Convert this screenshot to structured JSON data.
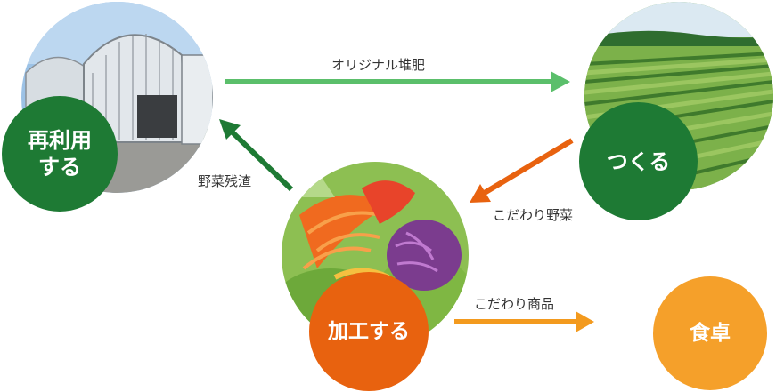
{
  "colors": {
    "dark_green": "#1e7a34",
    "light_green": "#5bbf6b",
    "orange": "#e8620f",
    "yellow_orange": "#f39a1e",
    "food_orange": "#f5a02a"
  },
  "nodes": {
    "reuse": {
      "label": "再利用\nする",
      "icon": "greenhouse-photo"
    },
    "make": {
      "label": "つくる",
      "icon": "lettuce-field-photo"
    },
    "process": {
      "label": "加工する",
      "icon": "vegetable-salad-photo"
    },
    "table": {
      "label": "食卓"
    }
  },
  "edges": {
    "compost": {
      "label": "オリジナル堆肥",
      "color": "light_green"
    },
    "veggies": {
      "label": "こだわり野菜",
      "color": "orange"
    },
    "residue": {
      "label": "野菜残渣",
      "color": "dark_green"
    },
    "products": {
      "label": "こだわり商品",
      "color": "yellow_orange"
    }
  }
}
